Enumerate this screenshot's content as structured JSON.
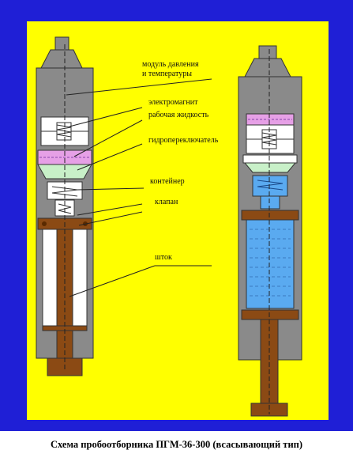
{
  "caption": "Схема пробоотборника  ПГМ-36-300   (всасывающий тип)",
  "labels": {
    "module": "модуль давления",
    "module2": "и температуры",
    "electromagnet": "электромагнит",
    "fluid": "рабочая жидкость",
    "hydroswitch": "гидропереключатель",
    "container": "контейнер",
    "valve": "клапан",
    "rod": "шток"
  },
  "colors": {
    "border": "#1f1fd6",
    "background": "#ffff00",
    "body": "#8a8a8a",
    "body_dark": "#555555",
    "rod": "#8b4a14",
    "chamber": "#ffffff",
    "fluid_pink": "#e6a0e6",
    "fluid_green": "#c8f0c8",
    "sample_blue": "#5aaaf0"
  }
}
